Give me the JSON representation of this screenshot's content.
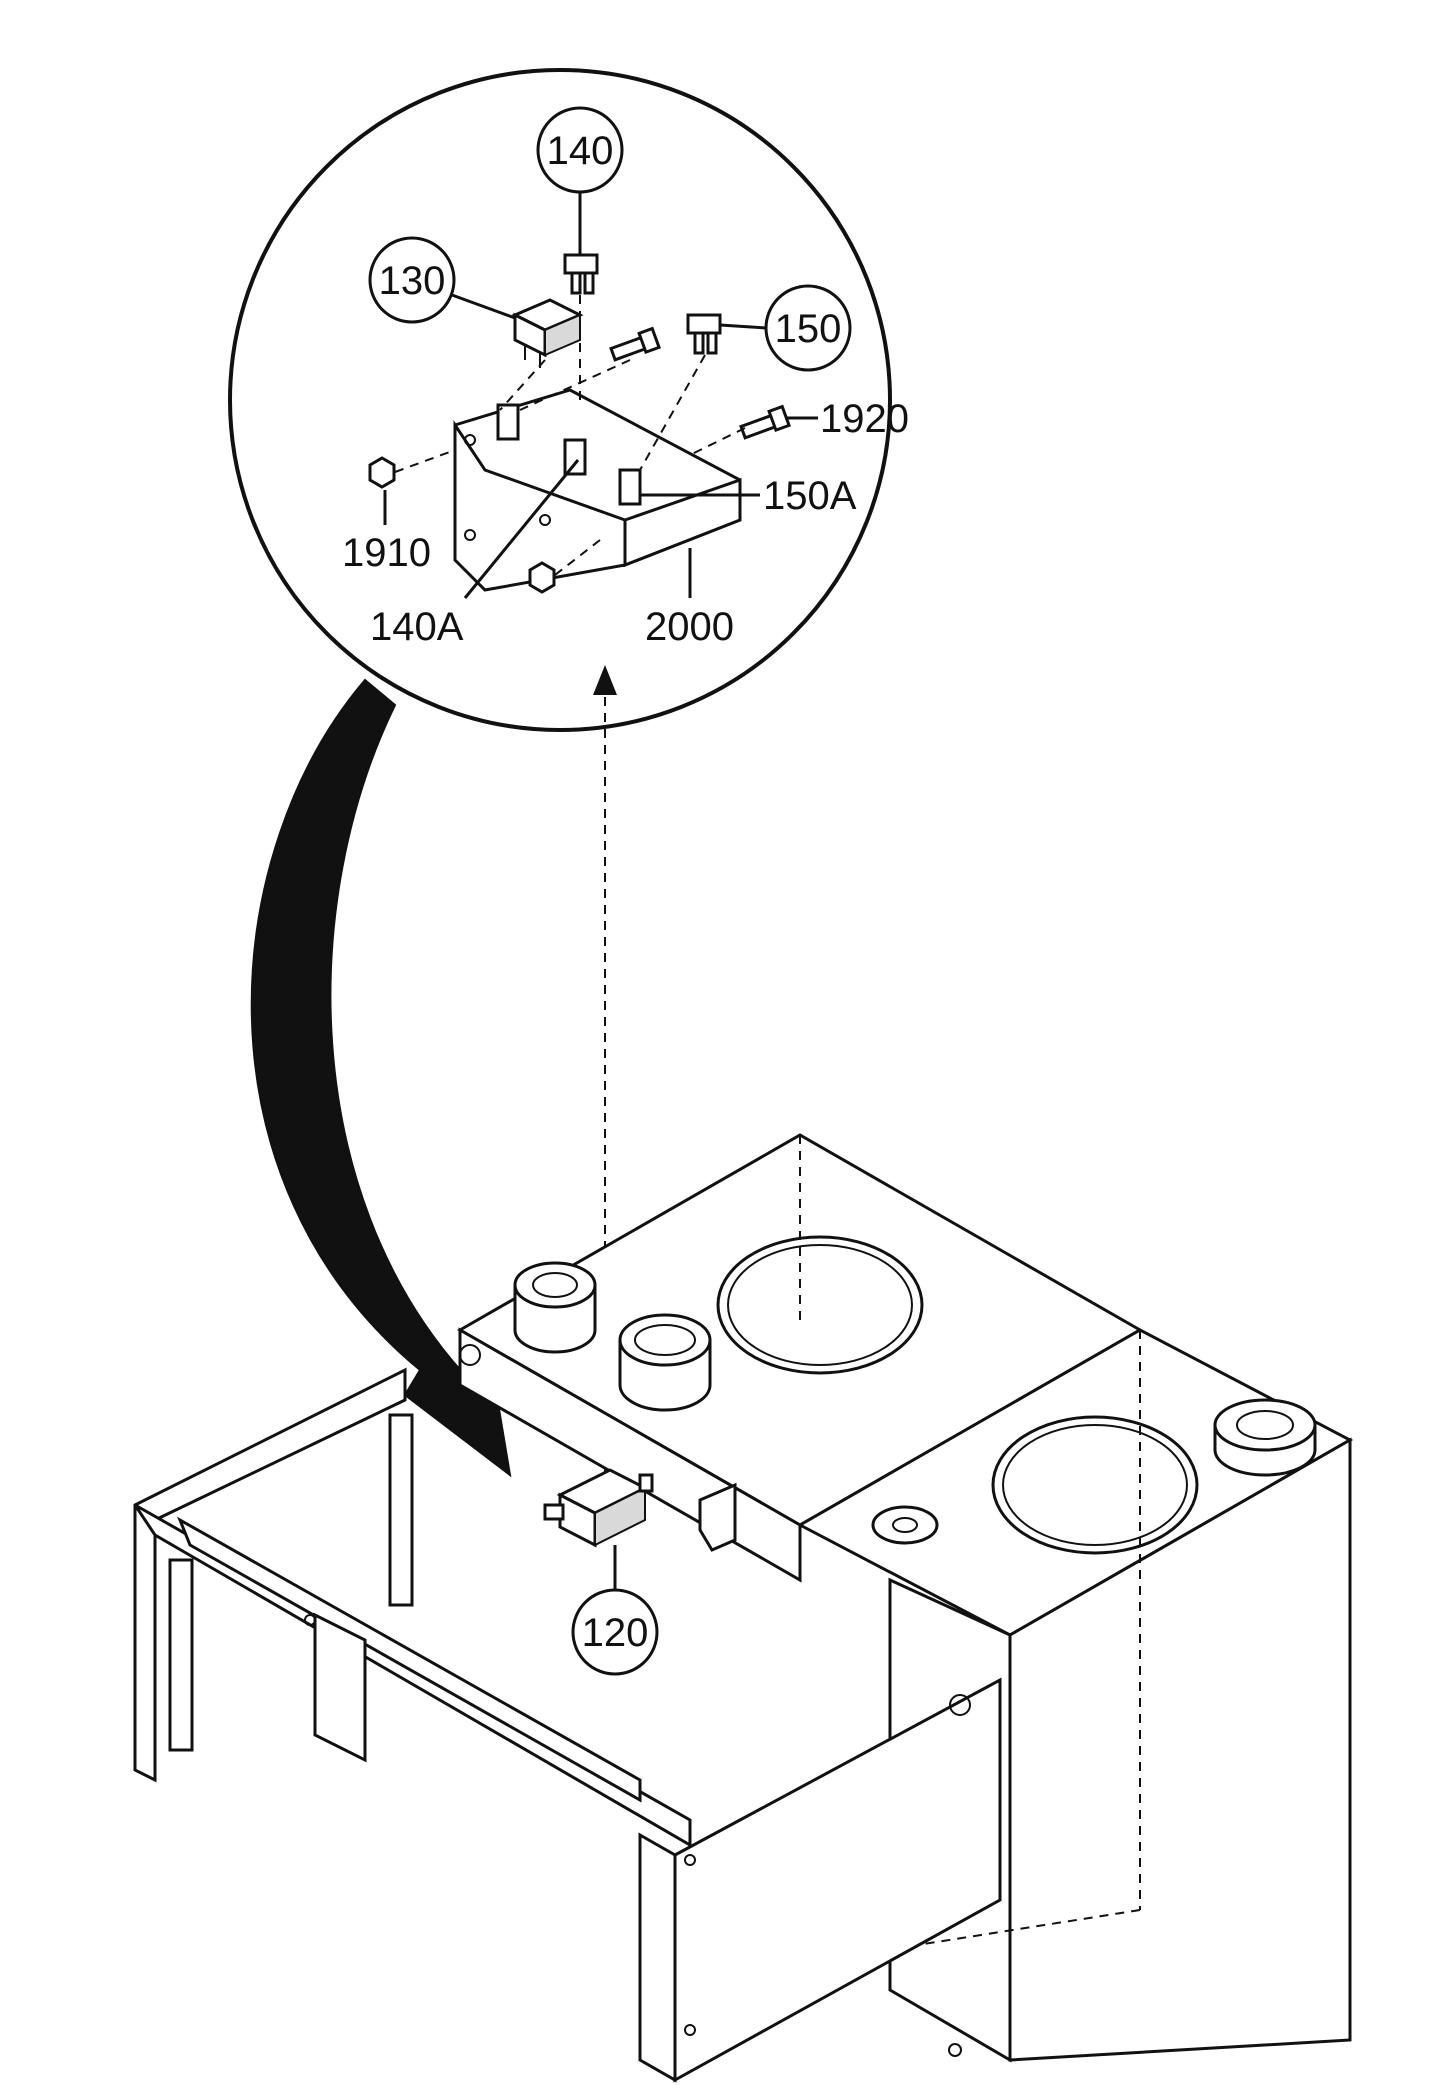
{
  "callouts": {
    "c140": "140",
    "c130": "130",
    "c150": "150",
    "c120": "120"
  },
  "labels": {
    "l1920": "1920",
    "l150A": "150A",
    "l1910": "1910",
    "l140A": "140A",
    "l2000": "2000"
  },
  "colors": {
    "ink": "#111111",
    "background": "#ffffff"
  }
}
